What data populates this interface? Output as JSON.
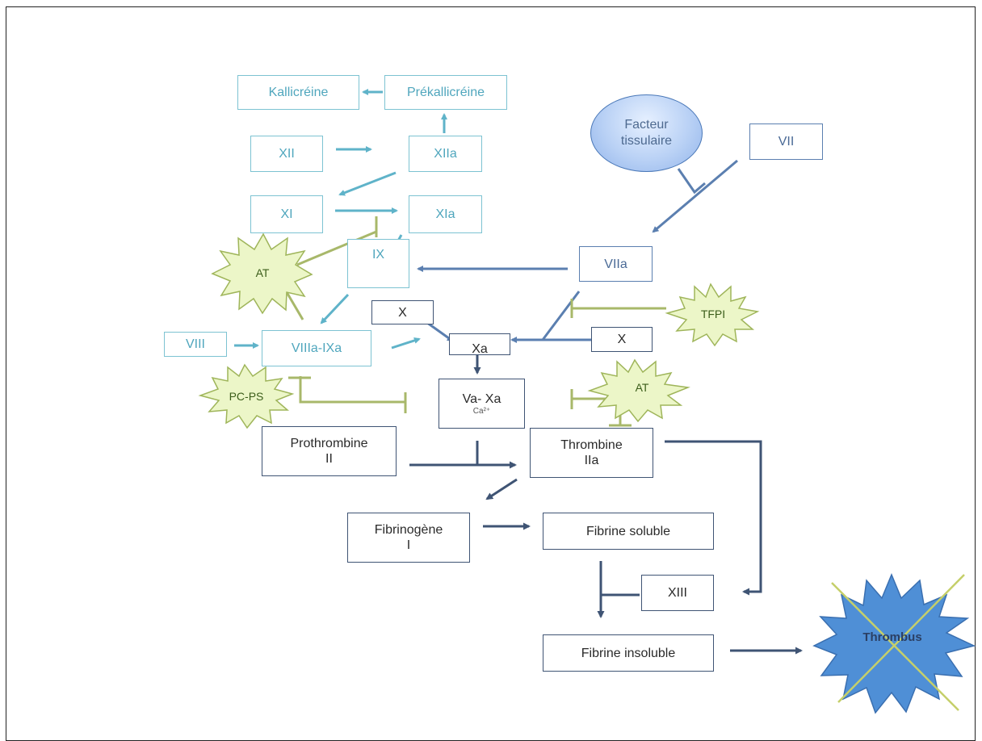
{
  "boxes": {
    "kallicreine": "Kallicréine",
    "prekallicreine": "Prékallicréine",
    "xii": "XII",
    "xiia": "XIIa",
    "xi": "XI",
    "xia": "XIa",
    "ix": "IX",
    "vii": "VII",
    "viia": "VIIa",
    "viii": "VIII",
    "viiia_ixa": "VIIIa-IXa",
    "x_left": "X",
    "x_right": "X",
    "xa": "Xa",
    "va_xa": "Va- Xa",
    "ca": "Ca²⁺",
    "prothrombine": "Prothrombine",
    "prothrombine_num": "II",
    "thrombine": "Thrombine",
    "thrombine_num": "IIa",
    "fibrinogene": "Fibrinogène",
    "fibrinogene_num": "I",
    "fibrine_soluble": "Fibrine soluble",
    "xiii": "XIII",
    "fibrine_insoluble": "Fibrine insoluble"
  },
  "facteur_tissulaire": {
    "line1": "Facteur",
    "line2": "tissulaire"
  },
  "inhibitors": {
    "at_left": "AT",
    "tfpi": "TFPI",
    "pc_ps": "PC-PS",
    "at_right": "AT"
  },
  "thrombus": "Thrombus",
  "colors": {
    "intrinsic": "#5fb3c9",
    "extrinsic": "#5b7fb0",
    "common": "#3f5474",
    "inhibitor_line": "#a8b86a",
    "burst_fill": "#ecf6c8",
    "burst_stroke": "#9fb55a",
    "thrombus_fill": "#4f8fd6"
  }
}
